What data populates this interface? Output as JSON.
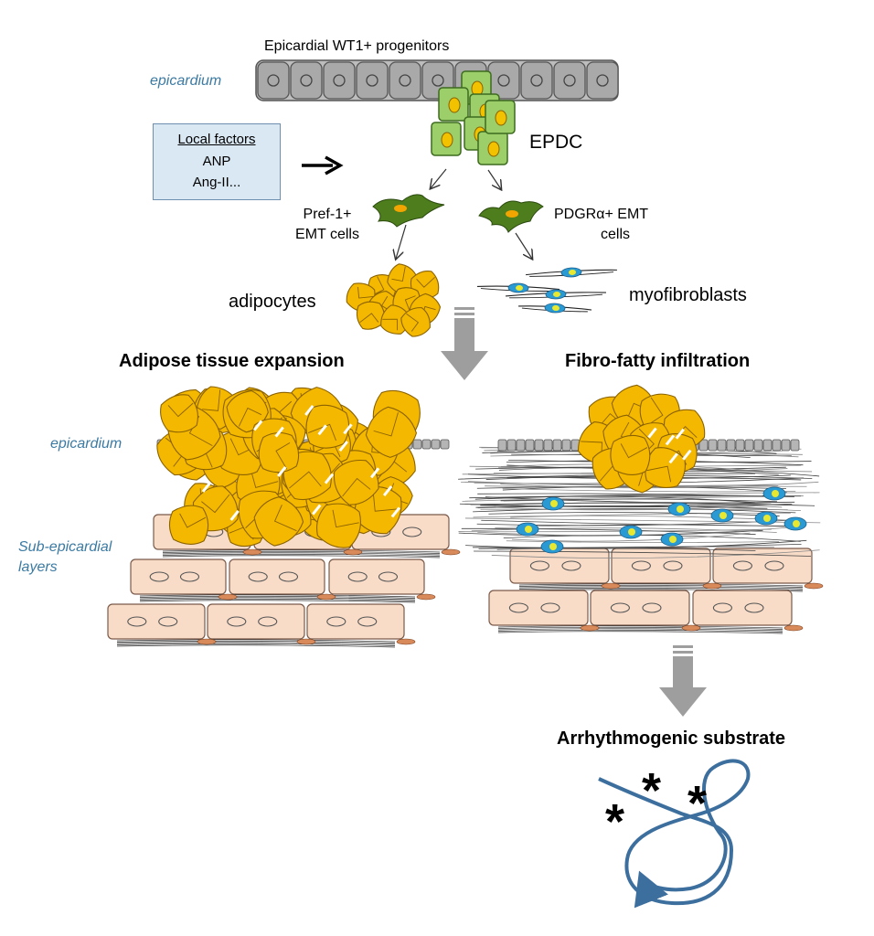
{
  "labels": {
    "epicardial_progenitors": "Epicardial WT1+ progenitors",
    "epicardium_top": "epicardium",
    "epdc": "EPDC",
    "local_factors_title": "Local factors",
    "local_factor_1": "ANP",
    "local_factor_2": "Ang-II...",
    "pref1_line1": "Pref-1+",
    "pref1_line2": "EMT cells",
    "pdgra_line1": "PDGRα+ EMT",
    "pdgra_line2": "cells",
    "adipocytes": "adipocytes",
    "myofibroblasts": "myofibroblasts",
    "adipose_expansion": "Adipose tissue expansion",
    "fibro_fatty": "Fibro-fatty infiltration",
    "epicardium_mid": "epicardium",
    "sub_epi_1": "Sub-epicardial",
    "sub_epi_2": "layers",
    "arrhythmogenic": "Arrhythmogenic substrate",
    "asterisk": "*"
  },
  "colors": {
    "label_blue": "#3b7aa3",
    "adipocyte_fill": "#f5b800",
    "adipocyte_stroke": "#8a6200",
    "myocyte_fill": "#f8dcc8",
    "myocyte_stroke": "#7a5a4a",
    "epdc_fill": "#9ccf6a",
    "epdc_stroke": "#3d6b1f",
    "emt_cell": "#4e7d1e",
    "myofibroblast_nucleus": "#2a9ad4",
    "gray_arrow": "#9e9e9e",
    "reentry_loop": "#3d6f9e"
  }
}
